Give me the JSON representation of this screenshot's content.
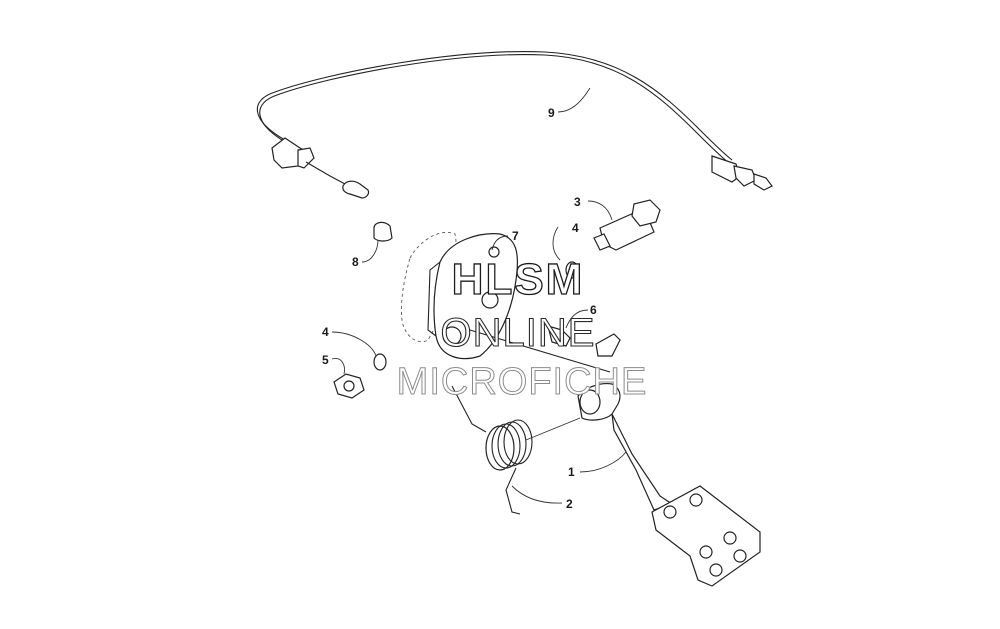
{
  "diagram": {
    "callouts": [
      {
        "id": "c9",
        "label": "9"
      },
      {
        "id": "c3",
        "label": "3"
      },
      {
        "id": "c4a",
        "label": "4"
      },
      {
        "id": "c7",
        "label": "7"
      },
      {
        "id": "c8",
        "label": "8"
      },
      {
        "id": "c6",
        "label": "6"
      },
      {
        "id": "c4b",
        "label": "4"
      },
      {
        "id": "c5",
        "label": "5"
      },
      {
        "id": "c1",
        "label": "1"
      },
      {
        "id": "c2",
        "label": "2"
      }
    ],
    "watermark": {
      "line1": "HLSM",
      "line2": "ONLINE",
      "line3": "MICROFICHE"
    }
  }
}
